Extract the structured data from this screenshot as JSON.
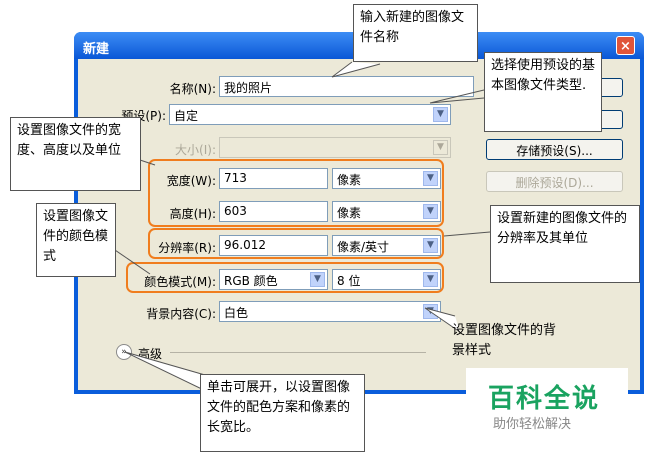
{
  "dialog": {
    "title": "新建",
    "close_icon": "×",
    "name": {
      "label": "名称(N):",
      "value": "我的照片"
    },
    "preset": {
      "label": "预设(P):",
      "value": "自定"
    },
    "size": {
      "label": "大小(I):",
      "value": ""
    },
    "width": {
      "label": "宽度(W):",
      "value": "713",
      "unit": "像素"
    },
    "height": {
      "label": "高度(H):",
      "value": "603",
      "unit": "像素"
    },
    "resolution": {
      "label": "分辨率(R):",
      "value": "96.012",
      "unit": "像素/英寸"
    },
    "color_mode": {
      "label": "颜色模式(M):",
      "value": "RGB 颜色",
      "bits": "8 位"
    },
    "background": {
      "label": "背景内容(C):",
      "value": "白色"
    },
    "advanced": {
      "label": "高级",
      "icon": "expand-icon"
    },
    "buttons": {
      "save_preset": "存储预设(S)...",
      "delete_preset": "删除预设(D)..."
    }
  },
  "callouts": {
    "name": "输入新建的图像文件名称",
    "preset": "选择使用预设的基本图像文件类型.",
    "size": "设置图像文件的宽度、高度以及单位",
    "color": "设置图像文件的颜色模式",
    "resolution": "设置新建的图像文件的分辨率及其单位",
    "background": "设置图像文件的背景样式",
    "advanced": "单击可展开，以设置图像文件的配色方案和像素的长宽比。"
  },
  "watermark": {
    "brand": "百科全说",
    "slogan": "助你轻松解决"
  },
  "colors": {
    "title_bar": "#0a57d6",
    "highlight": "#f07d1e",
    "close": "#e0553a"
  }
}
